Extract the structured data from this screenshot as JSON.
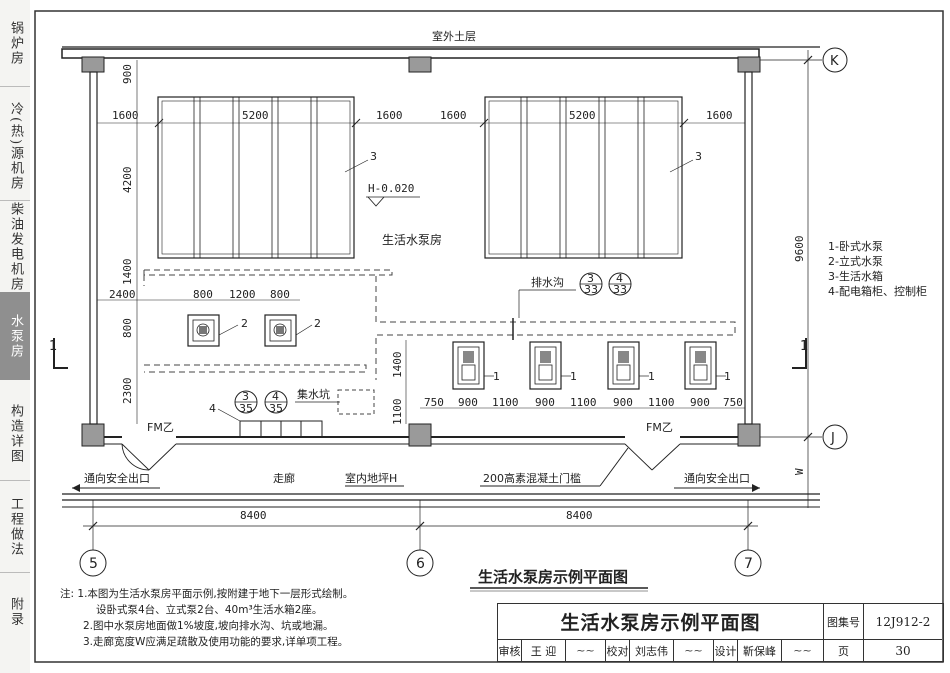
{
  "sidebar": {
    "tabs": [
      {
        "label": "锅炉房",
        "active": false
      },
      {
        "label": "冷(热)源机房",
        "active": false
      },
      {
        "label": "柴油发电机房",
        "active": false
      },
      {
        "label": "水泵房",
        "active": true
      },
      {
        "label": "构造详图",
        "active": false
      },
      {
        "label": "工程做法",
        "active": false
      },
      {
        "label": "附录",
        "active": false
      }
    ]
  },
  "drawing": {
    "outdoor_soil": "室外土层",
    "room_name": "生活水泵房",
    "level_mark": "H-0.020",
    "drain_ditch": "排水沟",
    "sump": "集水坑",
    "corridor": "走廊",
    "floor_h": "室内地坪H",
    "sill": "200高素混凝土门槛",
    "exit_left": "通向安全出口",
    "exit_right": "通向安全出口",
    "door_left": "FM乙",
    "door_right": "FM乙",
    "caption": "生活水泵房示例平面图",
    "axes": {
      "k": "K",
      "j": "J",
      "a5": "5",
      "a6": "6",
      "a7": "7"
    },
    "section": "1",
    "w": "W",
    "refs": {
      "ref_a_top": "3",
      "ref_a_bot": "33",
      "ref_b_top": "4",
      "ref_b_bot": "33",
      "ref_c_top": "3",
      "ref_c_bot": "35",
      "ref_d_top": "4",
      "ref_d_bot": "35"
    },
    "leaders": {
      "tank_l": "3",
      "tank_r": "3",
      "vpump_a": "2",
      "vpump_b": "2",
      "cab": "4",
      "hp1": "1",
      "hp2": "1",
      "hp3": "1",
      "hp4": "1"
    },
    "dims": {
      "top_l1": "1600",
      "top_l2": "5200",
      "top_l3": "1600",
      "top_r1": "1600",
      "top_r2": "5200",
      "top_r3": "1600",
      "v_900": "900",
      "v_4200": "4200",
      "v_1400": "1400",
      "v_800": "800",
      "v_2300": "2300",
      "h_2400": "2400",
      "h_800a": "800",
      "h_1200": "1200",
      "h_800b": "800",
      "v_r1400": "1400",
      "v_r1100": "1100",
      "b_750a": "750",
      "b_900a": "900",
      "b_1100a": "1100",
      "b_900b": "900",
      "b_1100b": "1100",
      "b_900c": "900",
      "b_1100c": "1100",
      "b_900d": "900",
      "b_750b": "750",
      "right_9600": "9600",
      "bot_8400a": "8400",
      "bot_8400b": "8400"
    },
    "legend": [
      "1-卧式水泵",
      "2-立式水泵",
      "3-生活水箱",
      "4-配电箱柜、控制柜"
    ]
  },
  "notes": {
    "prefix": "注:",
    "lines": [
      "1.本图为生活水泵房平面示例,按附建于地下一层形式绘制。",
      "设卧式泵4台、立式泵2台、40m³生活水箱2座。",
      "2.图中水泵房地面做1%坡度,坡向排水沟、坑或地漏。",
      "3.走廊宽度W应满足疏散及使用功能的要求,详单项工程。"
    ]
  },
  "title_block": {
    "title": "生活水泵房示例平面图",
    "atlas_label": "图集号",
    "atlas_no": "12J912-2",
    "review_label": "审核",
    "reviewer": "王 迎",
    "check_label": "校对",
    "checker": "刘志伟",
    "design_label": "设计",
    "designer": "靳保峰",
    "page_label": "页",
    "page_no": "30"
  }
}
